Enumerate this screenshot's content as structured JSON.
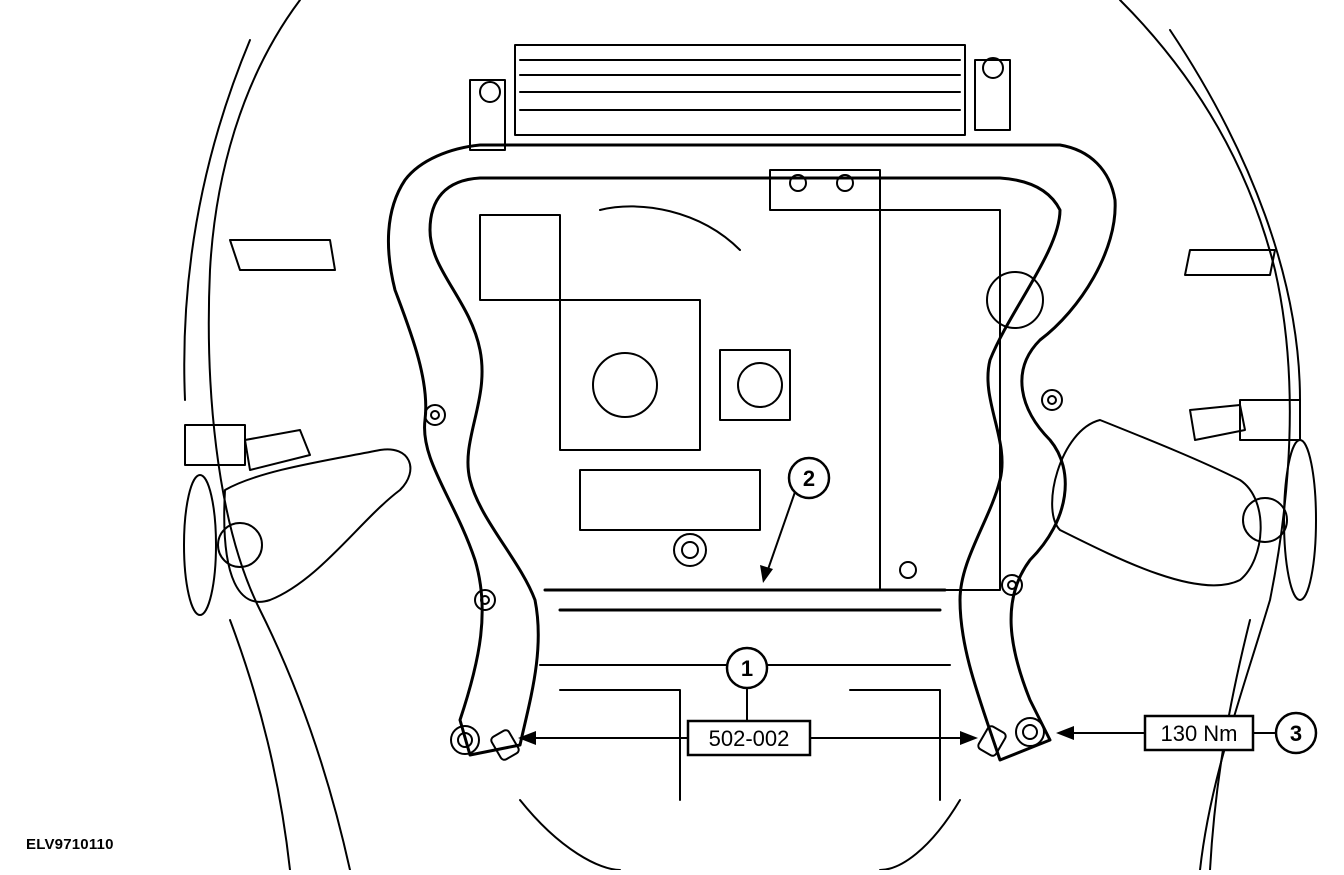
{
  "callouts": [
    {
      "number": "1"
    },
    {
      "number": "2"
    },
    {
      "number": "3"
    }
  ],
  "labels": {
    "tool_number": "502-002",
    "torque": "130 Nm"
  },
  "drawing_code": "ELV9710110"
}
